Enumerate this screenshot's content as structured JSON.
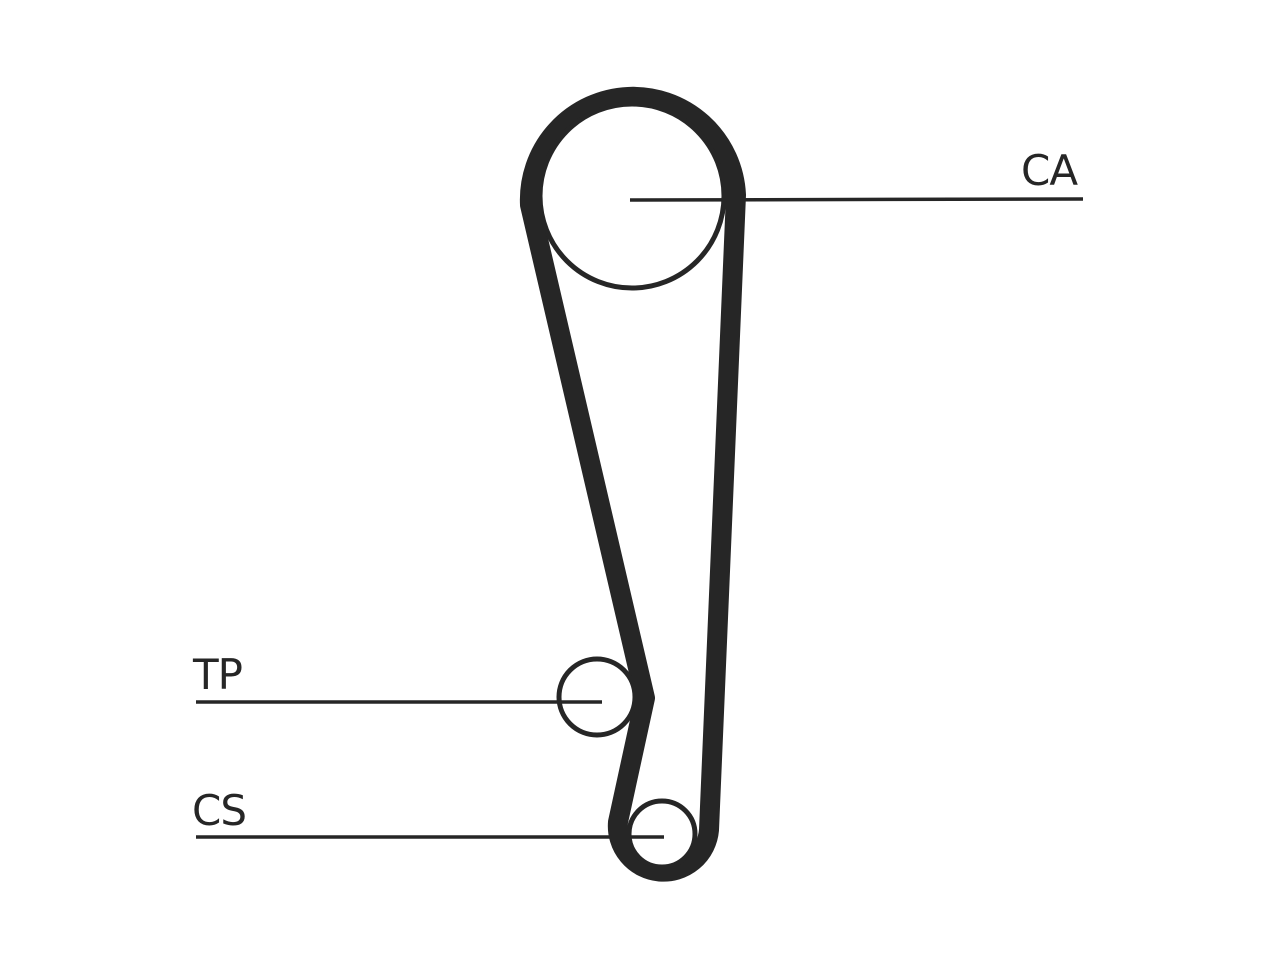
{
  "diagram": {
    "components": [
      {
        "id": "camshaft",
        "label": "CA"
      },
      {
        "id": "tensioner",
        "label": "TP"
      },
      {
        "id": "crankshaft",
        "label": "CS"
      }
    ],
    "colors": {
      "line": "#262626",
      "background": "#ffffff"
    }
  }
}
